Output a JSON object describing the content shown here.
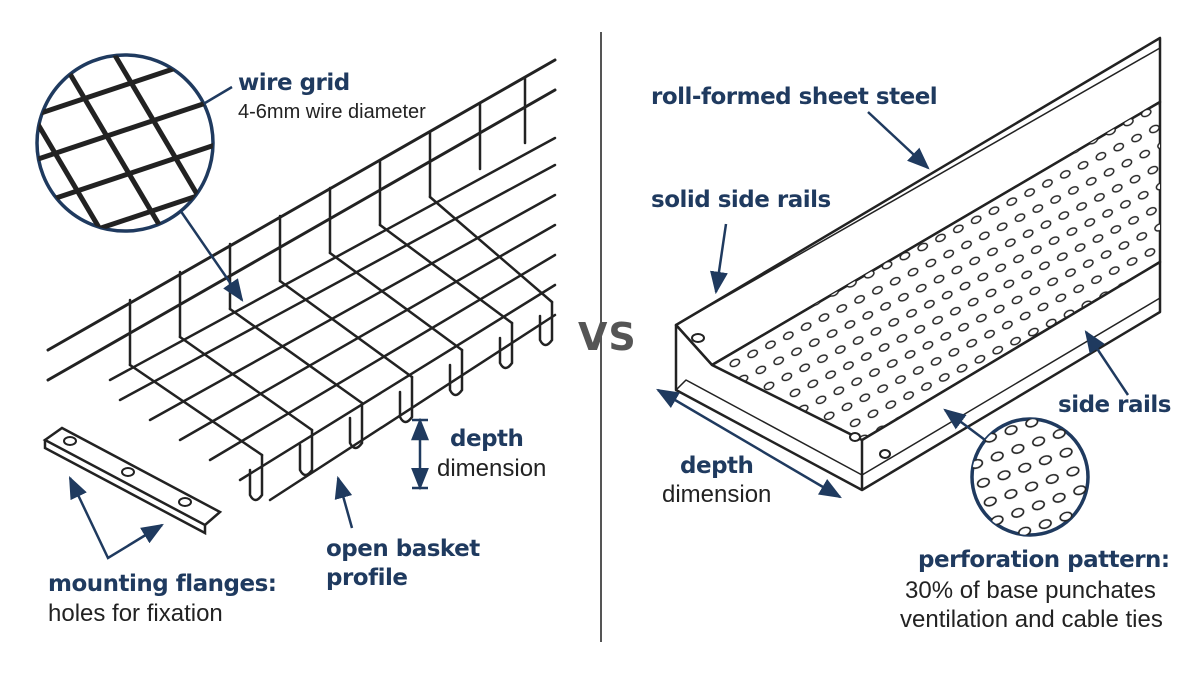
{
  "center": {
    "vs": "VS"
  },
  "left": {
    "wire_grid": {
      "title": "wire grid",
      "detail": "4-6mm wire diameter"
    },
    "depth": {
      "title": "depth",
      "detail": "dimension"
    },
    "open_basket": {
      "line1": "open basket",
      "line2": "profile"
    },
    "mounting": {
      "title": "mounting flanges:",
      "detail": "holes for fixation"
    }
  },
  "right": {
    "roll_formed": {
      "title": "roll-formed sheet steel"
    },
    "solid_rails": {
      "title": "solid side rails"
    },
    "side_rails": {
      "title": "side rails"
    },
    "depth": {
      "title": "depth",
      "detail": "dimension"
    },
    "perforation": {
      "title": "perforation pattern:",
      "line1": "30% of base punchates",
      "line2": "ventilation and cable ties"
    }
  },
  "colors": {
    "accent": "#1f3a5f",
    "ink": "#222222",
    "divider": "#555555"
  }
}
